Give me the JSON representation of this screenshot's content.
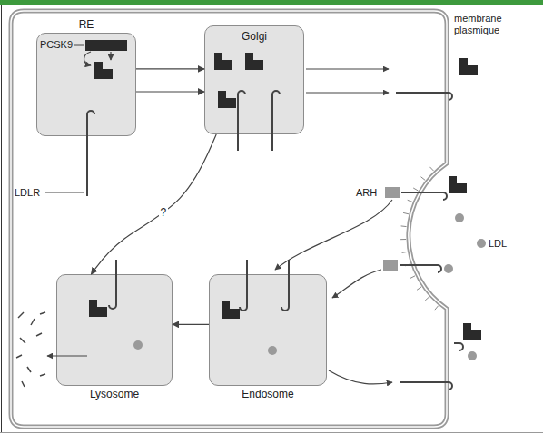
{
  "diagram": {
    "nodes": [
      {
        "text": [
          "RE"
        ]
      },
      {
        "text": [
          "Golgi"
        ]
      },
      {
        "text": [
          "Lysosome"
        ]
      },
      {
        "text": [
          "Endosome"
        ]
      }
    ],
    "edges": [
      {
        "from": 0,
        "to": 1,
        "arrow": "to"
      },
      {
        "from": 0,
        "to": 1,
        "arrow": "to"
      },
      {
        "from": 1,
        "to": 2,
        "label": "?",
        "arrow": "to"
      },
      {
        "from": 3,
        "to": 2,
        "arrow": "to"
      }
    ],
    "labels": [
      "PCSK9",
      "membrane plasmique",
      "LDLR",
      "ARH",
      "LDL"
    ]
  }
}
